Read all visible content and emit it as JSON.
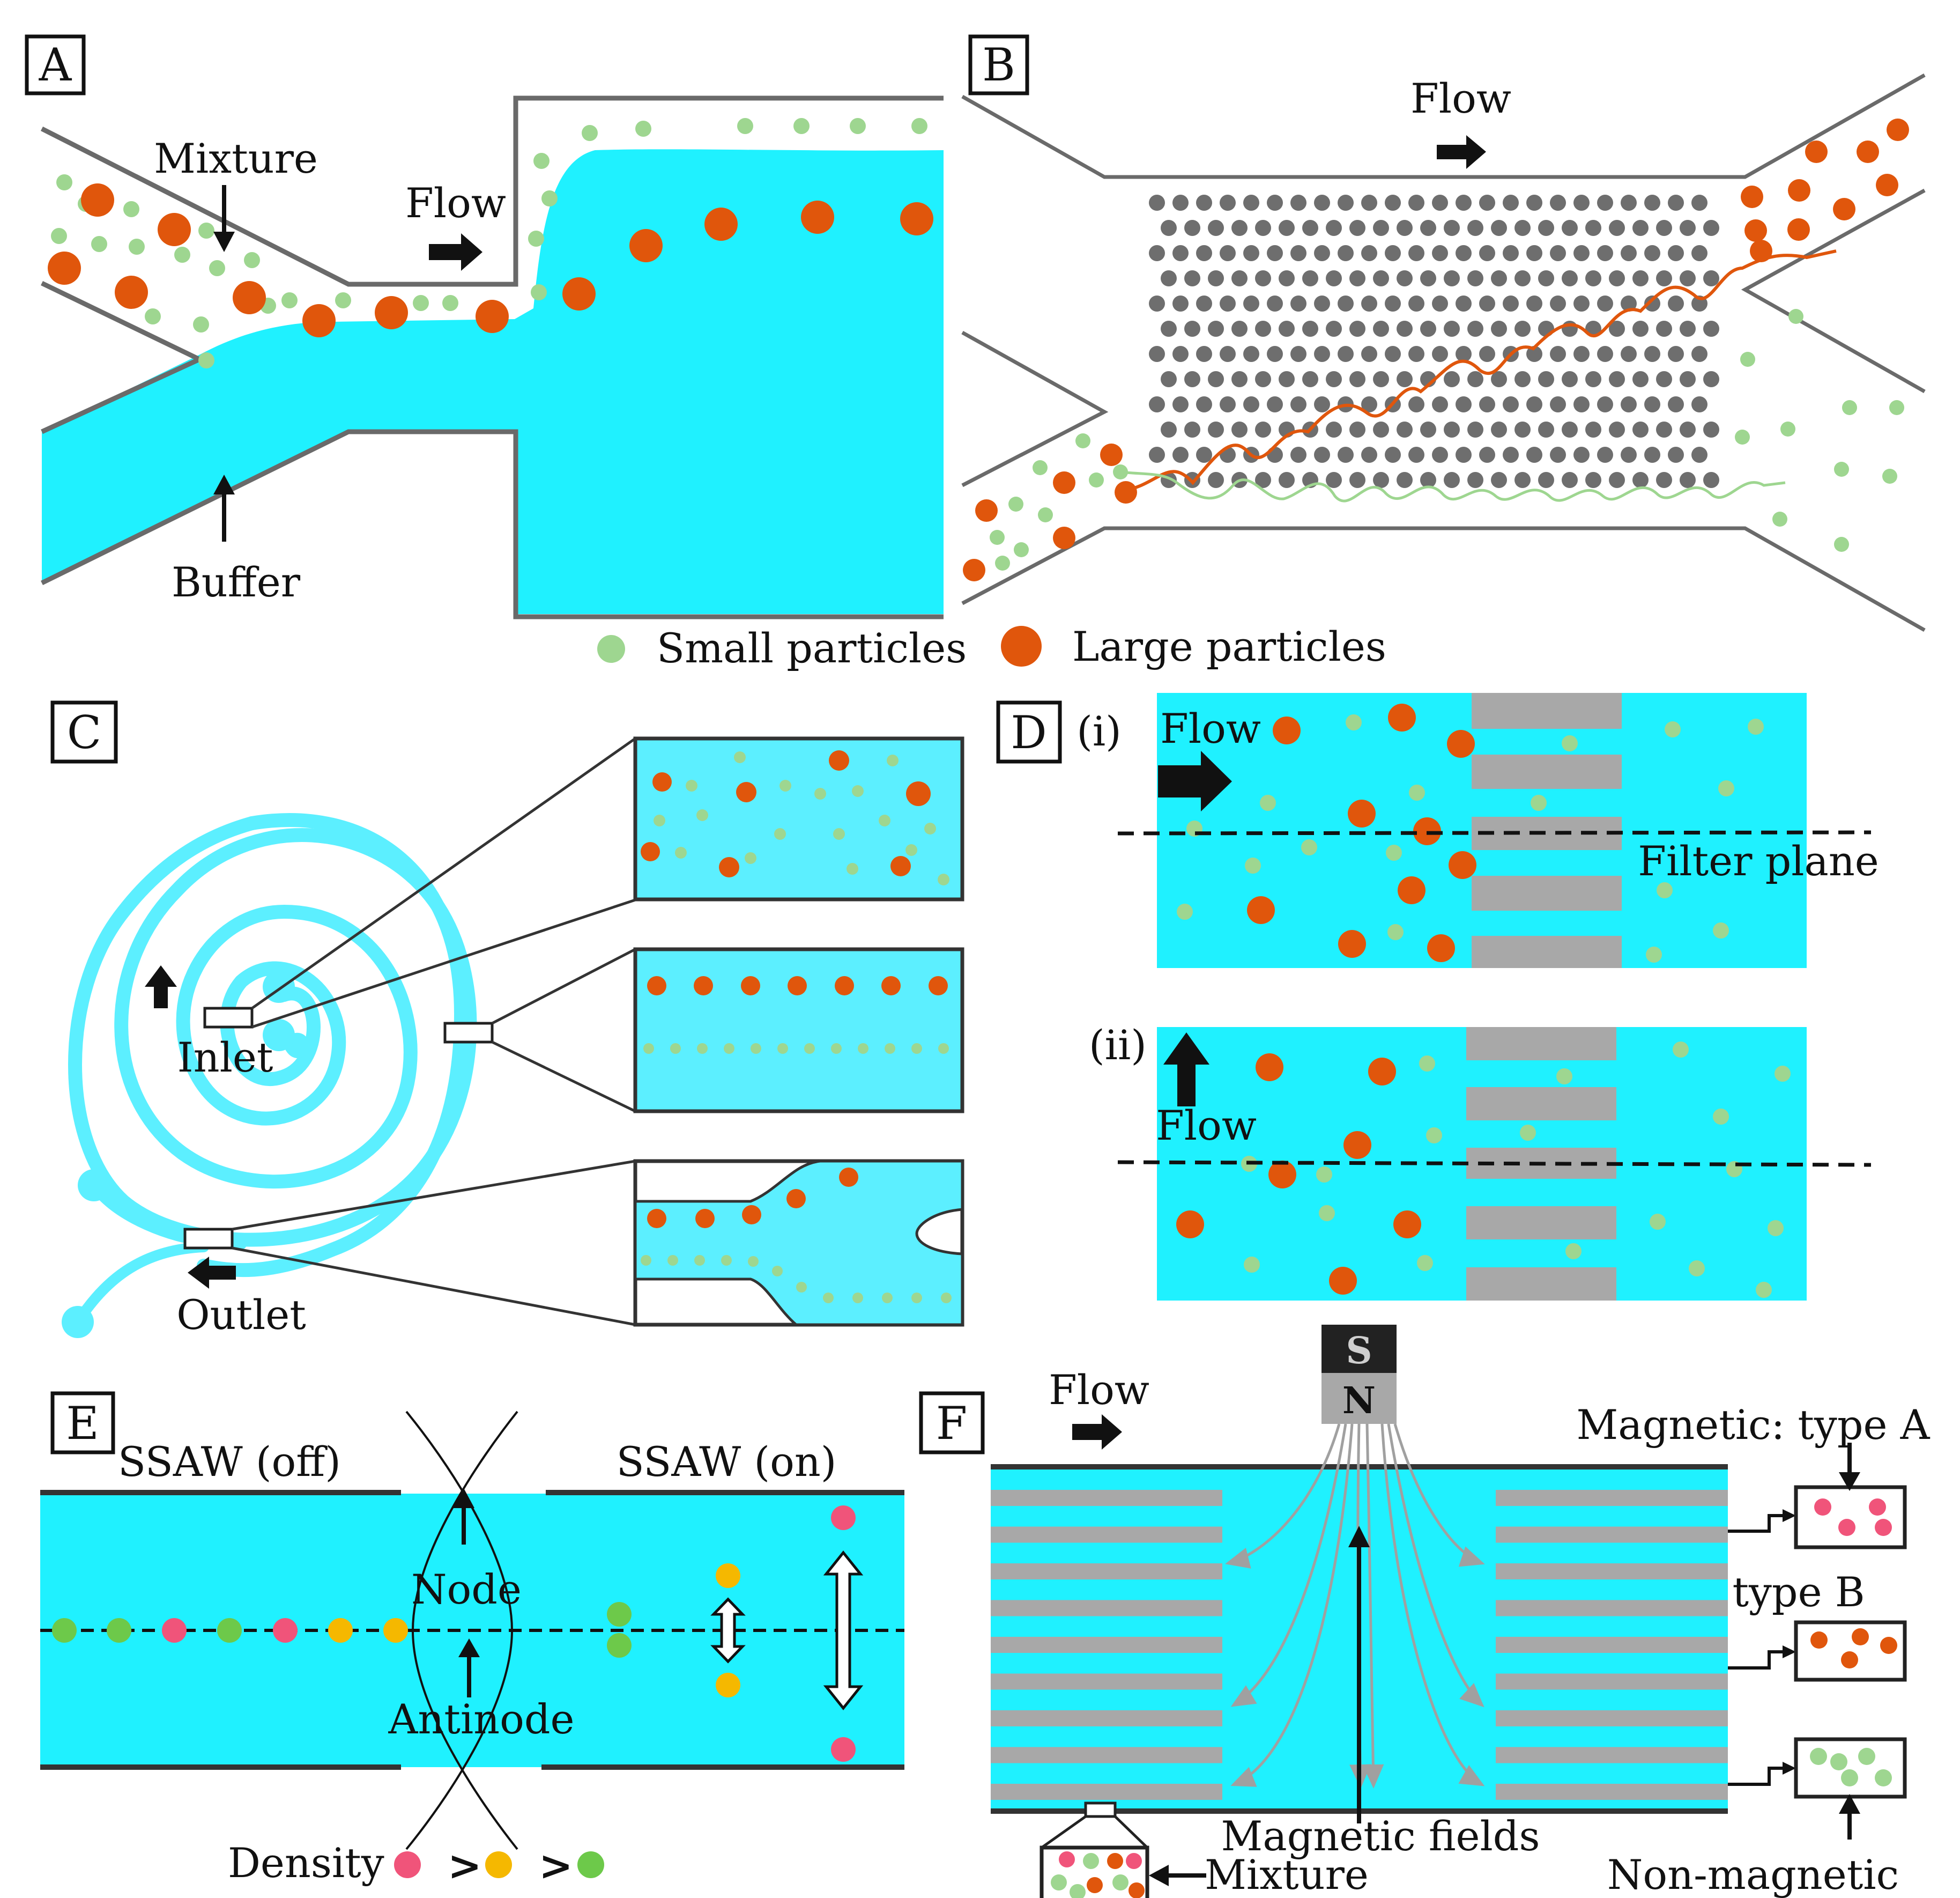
{
  "colors": {
    "cyan": "#1ff1ff",
    "light_cyan": "#5cefff",
    "orange": "#e0560c",
    "green": "#9ed690",
    "gray_wall": "#707070",
    "gray_post": "#6e6e6e",
    "gray_bar": "#a8a8a8",
    "pink": "#f0547a",
    "yellow": "#f5b800",
    "bright_green": "#6dc94a",
    "black": "#111111"
  },
  "panels": {
    "A": {
      "label": "A",
      "mixture": "Mixture",
      "flow": "Flow",
      "buffer": "Buffer",
      "icons": [
        "arrow-down-icon",
        "arrow-right-icon",
        "arrow-up-icon"
      ]
    },
    "B": {
      "label": "B",
      "flow": "Flow",
      "icons": [
        "arrow-right-icon"
      ]
    },
    "legend_ab": {
      "small": "Small particles",
      "large": "Large particles"
    },
    "C": {
      "label": "C",
      "inlet": "Inlet",
      "outlet": "Outlet",
      "icons": [
        "arrow-up-icon",
        "arrow-left-icon",
        "spiral-channel-icon"
      ]
    },
    "D": {
      "label": "D",
      "sub_i": "(i)",
      "sub_ii": "(ii)",
      "flow_i": "Flow",
      "flow_ii": "Flow",
      "filter_plane": "Filter plane",
      "icons": [
        "arrow-right-icon",
        "arrow-up-icon"
      ]
    },
    "E": {
      "label": "E",
      "ssaw_off": "SSAW (off)",
      "ssaw_on": "SSAW (on)",
      "node": "Node",
      "antinode": "Antinode",
      "density": "Density",
      "gt1": ">",
      "gt2": ">",
      "icons": [
        "double-arrow-vertical-icon",
        "standing-wave-icon"
      ]
    },
    "F": {
      "label": "F",
      "flow": "Flow",
      "magnet_s": "S",
      "magnet_n": "N",
      "magnetic_type_a": "Magnetic: type A",
      "type_b": "type B",
      "magnetic_fields": "Magnetic  fields",
      "mixture": "Mixture",
      "non_magnetic": "Non-magnetic",
      "icons": [
        "magnet-icon",
        "arrow-right-icon",
        "field-line-icon"
      ]
    }
  }
}
